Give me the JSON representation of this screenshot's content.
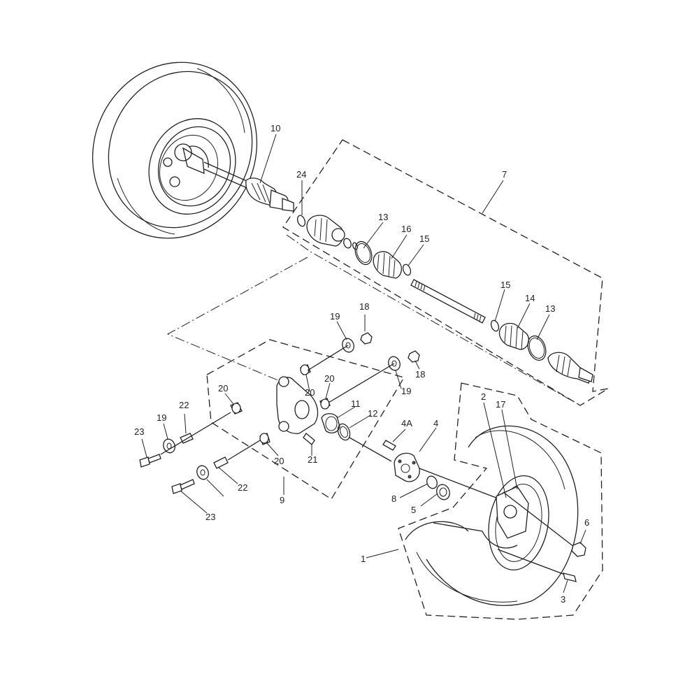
{
  "callouts": {
    "c1": "1",
    "c2": "2",
    "c3": "3",
    "c4": "4",
    "c4a": "4A",
    "c5": "5",
    "c6": "6",
    "c7": "7",
    "c8": "8",
    "c9": "9",
    "c10": "10",
    "c11": "11",
    "c12": "12",
    "c13a": "13",
    "c13b": "13",
    "c14": "14",
    "c15a": "15",
    "c15b": "15",
    "c16": "16",
    "c17": "17",
    "c18a": "18",
    "c18b": "18",
    "c19a": "19",
    "c19b": "19",
    "c19c": "19",
    "c20a": "20",
    "c20b": "20",
    "c20c": "20",
    "c20d": "20",
    "c21": "21",
    "c22a": "22",
    "c22b": "22",
    "c23a": "23",
    "c23b": "23",
    "c24": "24"
  }
}
